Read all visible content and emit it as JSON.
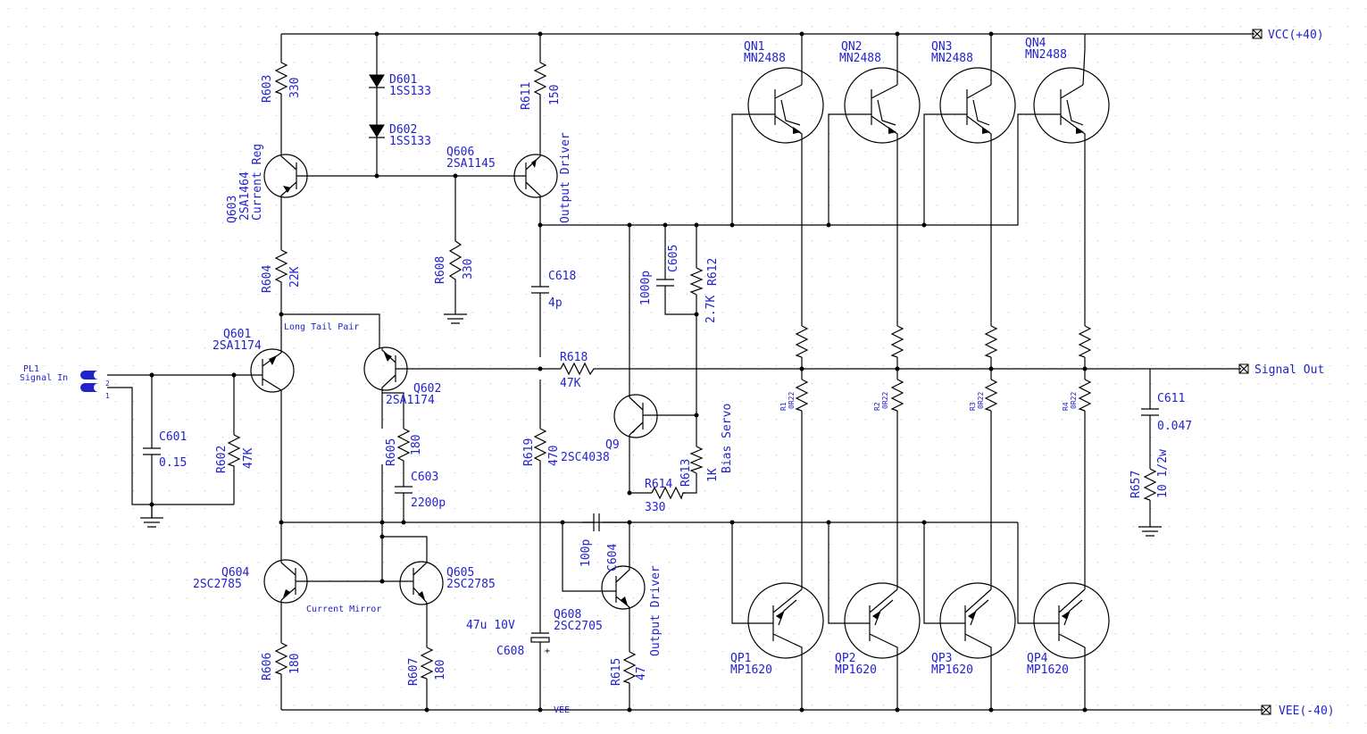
{
  "rails": {
    "vcc": "VCC(+40)",
    "vee": "VEE(-40)",
    "signal_out": "Signal Out",
    "vee_net": "VEE"
  },
  "input": {
    "ref": "PL1",
    "name": "Signal In",
    "pin2": "2",
    "pin1": "1"
  },
  "notes": {
    "long_tail": "Long Tail Pair",
    "current_mirror": "Current Mirror",
    "bias_servo": "Bias Servo"
  },
  "transistors": {
    "q603": {
      "ref": "Q603",
      "part": "2SA1464",
      "role": "Current Reg"
    },
    "q606": {
      "ref": "Q606",
      "part": "2SA1145",
      "role": "Output Driver"
    },
    "q601": {
      "ref": "Q601",
      "part": "2SA1174"
    },
    "q602": {
      "ref": "Q602",
      "part": "2SA1174"
    },
    "q9": {
      "ref": "Q9",
      "part": "2SC4038"
    },
    "q604": {
      "ref": "Q604",
      "part": "2SC2785"
    },
    "q605": {
      "ref": "Q605",
      "part": "2SC2785"
    },
    "q608": {
      "ref": "Q608",
      "part": "2SC2705",
      "role": "Output Driver"
    }
  },
  "outputs_n": [
    {
      "ref": "QN1",
      "part": "MN2488"
    },
    {
      "ref": "QN2",
      "part": "MN2488"
    },
    {
      "ref": "QN3",
      "part": "MN2488"
    },
    {
      "ref": "QN4",
      "part": "MN2488"
    }
  ],
  "outputs_p": [
    {
      "ref": "QP1",
      "part": "MP1620"
    },
    {
      "ref": "QP2",
      "part": "MP1620"
    },
    {
      "ref": "QP3",
      "part": "MP1620"
    },
    {
      "ref": "QP4",
      "part": "MP1620"
    }
  ],
  "emitter_resistors": [
    {
      "ref": "R1",
      "value": "0R22"
    },
    {
      "ref": "R2",
      "value": "0R22"
    },
    {
      "ref": "R3",
      "value": "0R22"
    },
    {
      "ref": "R4",
      "value": "0R22"
    }
  ],
  "diodes": {
    "d601": {
      "ref": "D601",
      "part": "1SS133"
    },
    "d602": {
      "ref": "D602",
      "part": "1SS133"
    }
  },
  "resistors": {
    "r603": {
      "ref": "R603",
      "value": "330"
    },
    "r604": {
      "ref": "R604",
      "value": "22K"
    },
    "r611": {
      "ref": "R611",
      "value": "150"
    },
    "r608": {
      "ref": "R608",
      "value": "330"
    },
    "r612": {
      "ref": "R612",
      "value": "2.7K"
    },
    "r618": {
      "ref": "R618",
      "value": "47K"
    },
    "r602": {
      "ref": "R602",
      "value": "47K"
    },
    "r605": {
      "ref": "R605",
      "value": "180"
    },
    "r619": {
      "ref": "R619",
      "value": "470"
    },
    "r613": {
      "ref": "R613",
      "value": "1K"
    },
    "r614": {
      "ref": "R614",
      "value": "330"
    },
    "r606": {
      "ref": "R606",
      "value": "180"
    },
    "r607": {
      "ref": "R607",
      "value": "180"
    },
    "r615": {
      "ref": "R615",
      "value": "47"
    },
    "r657": {
      "ref": "R657",
      "value": "10 1/2w"
    }
  },
  "capacitors": {
    "c618": {
      "ref": "C618",
      "value": "4p"
    },
    "c605": {
      "ref": "C605",
      "value": "1000p"
    },
    "c601": {
      "ref": "C601",
      "value": "0.15"
    },
    "c603": {
      "ref": "C603",
      "value": "2200p"
    },
    "c604": {
      "ref": "C604",
      "value": "100p"
    },
    "c608": {
      "ref": "C608",
      "value": "47u 10V"
    },
    "c611": {
      "ref": "C611",
      "value": "0.047"
    }
  },
  "colors": {
    "wire": "#000000",
    "label": "#2222cc",
    "background": "#ffffff"
  }
}
